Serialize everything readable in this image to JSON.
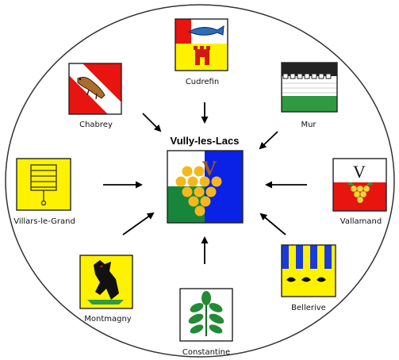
{
  "title": "Vully-les-Lacs",
  "center_mark": "V",
  "villages": {
    "cudrefin": "Cudrefin",
    "mur": "Mur",
    "vallamand": "Vallamand",
    "vallamand_mark": "V",
    "bellerive": "Bellerive",
    "constantine": "Constantine",
    "montmagny": "Montmagny",
    "villars": "Villars-le-Grand",
    "chabrey": "Chabrey"
  },
  "colors": {
    "center_blue": "#0a22e6",
    "center_green": "#17863a",
    "grape": "#f5b81c",
    "flag_red": "#e81410",
    "yellow": "#fff200",
    "wall_green": "#2f9a42",
    "leaf_green": "#238a35"
  },
  "icons": [
    "arrow-icon",
    "grape-icon",
    "fish-icon",
    "tower-icon",
    "crenellated-wall-icon",
    "ladder-icon",
    "wolf-icon",
    "otter-icon",
    "leaf-branch-icon"
  ]
}
